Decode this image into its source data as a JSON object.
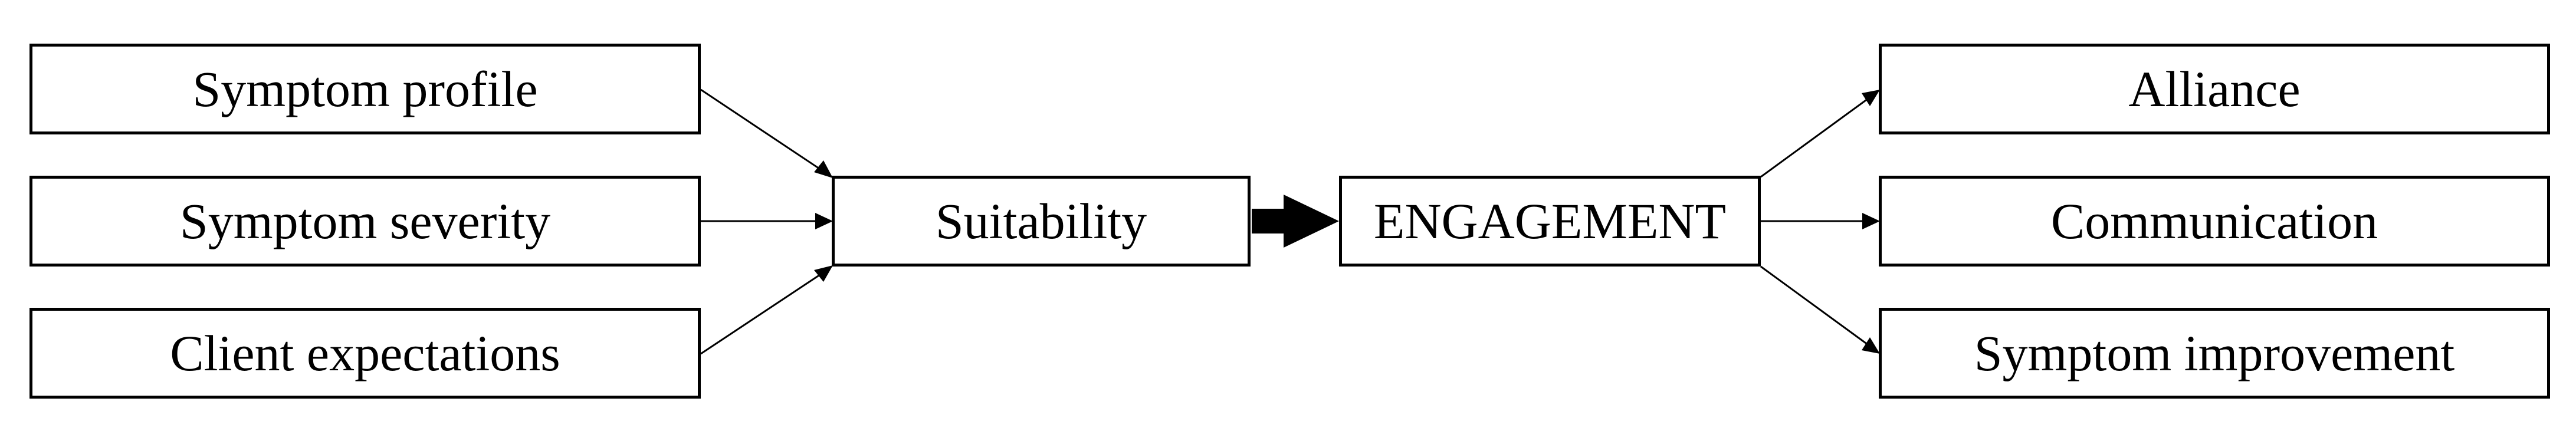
{
  "diagram": {
    "inputs": [
      {
        "label": "Symptom profile"
      },
      {
        "label": "Symptom severity"
      },
      {
        "label": "Client expectations"
      }
    ],
    "mediator": {
      "label": "Suitability"
    },
    "central": {
      "label": "ENGAGEMENT"
    },
    "outcomes": [
      {
        "label": "Alliance"
      },
      {
        "label": "Communication"
      },
      {
        "label": "Symptom improvement"
      }
    ],
    "colors": {
      "stroke": "#000000",
      "fill": "#ffffff"
    }
  }
}
